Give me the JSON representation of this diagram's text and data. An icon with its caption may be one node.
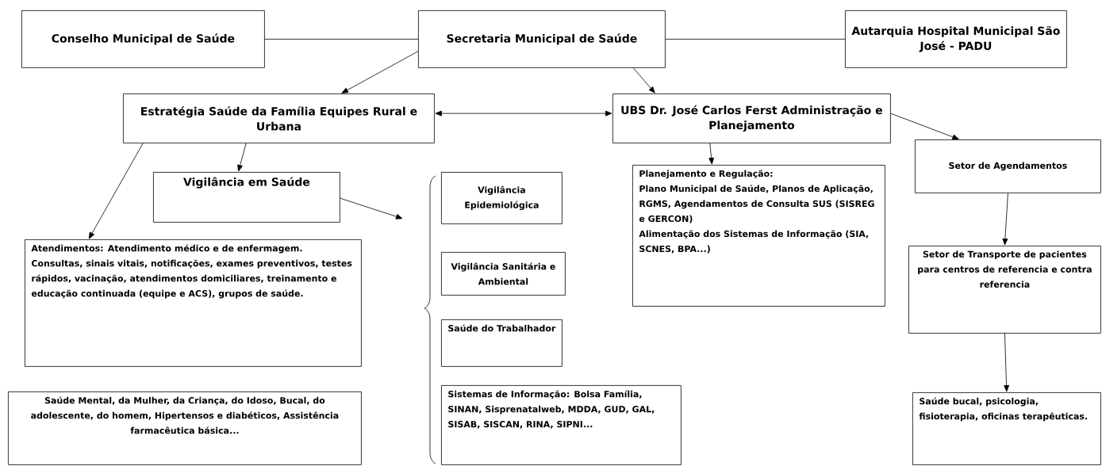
{
  "diagram": {
    "nodes": [
      {
        "text": [
          "Conselho Municipal de Saúde"
        ]
      },
      {
        "text": [
          "Secretaria Municipal de Saúde"
        ]
      },
      {
        "text": [
          "Autarquia Hospital Municipal São José - PADU"
        ]
      },
      {
        "text": [
          "Estratégia Saúde da Família Equipes Rural e Urbana"
        ]
      },
      {
        "text": [
          "UBS Dr. José Carlos Ferst Administração e Planejamento"
        ]
      },
      {
        "text": [
          "Vigilância em Saúde"
        ]
      },
      {
        "text": [
          "Vigilância Epidemiológica"
        ]
      },
      {
        "text": [
          "Planejamento e Regulação:",
          "Plano Municipal de Saúde, Planos de Aplicação, RGMS, Agendamentos de Consulta SUS (SISREG e GERCON)",
          "Alimentação dos Sistemas de Informação (SIA, SCNES, BPA...)"
        ]
      },
      {
        "text": [
          "Setor de Agendamentos"
        ]
      },
      {
        "text": [
          "Atendimentos: Atendimento médico e de enfermagem. Consultas, sinais vitais, notificações, exames preventivos, testes rápidos, vacinação, atendimentos domiciliares, treinamento e educação continuada (equipe e ACS), grupos de saúde."
        ]
      },
      {
        "text": [
          "Vigilância Sanitária e Ambiental"
        ]
      },
      {
        "text": [
          "Saúde do Trabalhador"
        ]
      },
      {
        "text": [
          "Setor de Transporte de pacientes para centros de referencia e contra referencia"
        ]
      },
      {
        "text": [
          "Saúde Mental, da Mulher, da Criança, do Idoso, Bucal, do adolescente, do homem, Hipertensos e diabéticos, Assistência farmacêutica básica..."
        ]
      },
      {
        "text": [
          "Sistemas de Informação: Bolsa Família, SINAN, Sisprenatalweb, MDDA, GUD, GAL, SISAB, SISCAN, RINA, SIPNI..."
        ]
      },
      {
        "text": [
          "Saúde bucal, psicologia, fisioterapia, oficinas terapêuticas."
        ]
      }
    ],
    "edges": [
      {
        "from": 0,
        "to": 1,
        "arrow": "none"
      },
      {
        "from": 1,
        "to": 2,
        "arrow": "none"
      },
      {
        "from": 1,
        "to": 3,
        "arrow": "to"
      },
      {
        "from": 1,
        "to": 4,
        "arrow": "to"
      },
      {
        "from": 3,
        "to": 4,
        "arrow": "both"
      },
      {
        "from": 3,
        "to": 9,
        "arrow": "to"
      },
      {
        "from": 3,
        "to": 5,
        "arrow": "to"
      },
      {
        "from": 5,
        "to": null,
        "arrow": "to"
      },
      {
        "from": 4,
        "to": 7,
        "arrow": "to"
      },
      {
        "from": 4,
        "to": 8,
        "arrow": "to"
      },
      {
        "from": 8,
        "to": 12,
        "arrow": "to"
      },
      {
        "from": 12,
        "to": 15,
        "arrow": "to"
      }
    ]
  }
}
